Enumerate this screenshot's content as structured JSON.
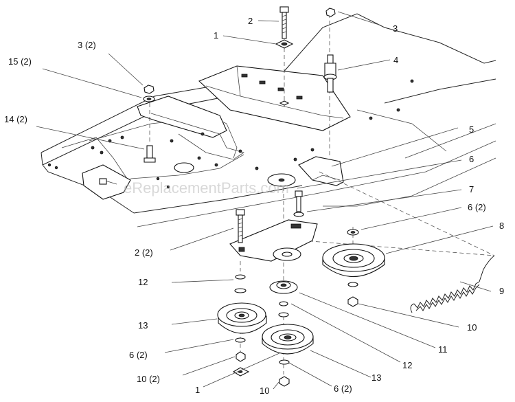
{
  "watermark": "eReplacementParts.com",
  "callouts": [
    {
      "id": "c-2-top",
      "text": "2"
    },
    {
      "id": "c-1-top",
      "text": "1"
    },
    {
      "id": "c-3-top",
      "text": "3"
    },
    {
      "id": "c-3-2",
      "text": "3 (2)"
    },
    {
      "id": "c-15-2",
      "text": "15 (2)"
    },
    {
      "id": "c-4",
      "text": "4"
    },
    {
      "id": "c-14-2",
      "text": "14 (2)"
    },
    {
      "id": "c-5",
      "text": "5"
    },
    {
      "id": "c-6-a",
      "text": "6"
    },
    {
      "id": "c-7",
      "text": "7"
    },
    {
      "id": "c-6-2-a",
      "text": "6 (2)"
    },
    {
      "id": "c-8",
      "text": "8"
    },
    {
      "id": "c-2-2",
      "text": "2 (2)"
    },
    {
      "id": "c-12-a",
      "text": "12"
    },
    {
      "id": "c-9",
      "text": "9"
    },
    {
      "id": "c-13-a",
      "text": "13"
    },
    {
      "id": "c-10-a",
      "text": "10"
    },
    {
      "id": "c-11",
      "text": "11"
    },
    {
      "id": "c-6-2-b",
      "text": "6 (2)"
    },
    {
      "id": "c-12-b",
      "text": "12"
    },
    {
      "id": "c-10-2",
      "text": "10 (2)"
    },
    {
      "id": "c-13-b",
      "text": "13"
    },
    {
      "id": "c-1-bot",
      "text": "1"
    },
    {
      "id": "c-10-b",
      "text": "10"
    },
    {
      "id": "c-6-2-c",
      "text": "6 (2)"
    }
  ]
}
